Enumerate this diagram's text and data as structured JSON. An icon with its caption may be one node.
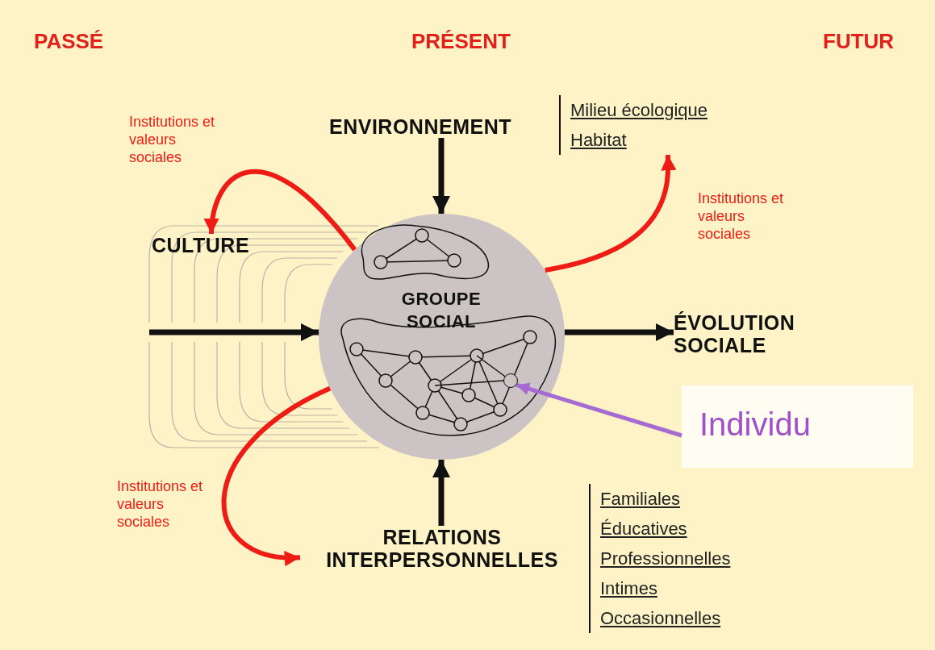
{
  "diagram": {
    "nodes": [
      {
        "text": [
          "ENVIRONNEMENT"
        ]
      },
      {
        "text": [
          "Milieu écologique",
          "Habitat"
        ]
      },
      {
        "text": [
          "CULTURE"
        ]
      },
      {
        "text": [
          "GROUPE SOCIAL"
        ]
      },
      {
        "text": [],
        "shape": "circle",
        "in": 3
      },
      {
        "text": [
          "ÉVOLUTION SOCIALE"
        ]
      },
      {
        "text": [
          "Individu"
        ]
      },
      {
        "text": [
          "RELATIONS INTERPERSONNELLES"
        ]
      },
      {
        "text": [
          "Familiales",
          "Éducatives",
          "Professionnelles",
          "Intimes",
          "Occasionnelles"
        ]
      }
    ],
    "edges": [
      {
        "from": 0,
        "to": 3,
        "arrow": "to"
      },
      {
        "from": 3,
        "to": 2,
        "arrow": "to",
        "label": "Institutions et valeurs sociales",
        "color": "#ee1c14"
      },
      {
        "from": 3,
        "to": 1,
        "arrow": "to",
        "label": "Institutions et valeurs sociales",
        "color": "#ee1c14"
      },
      {
        "from": null,
        "to": 3,
        "arrow": "to"
      },
      {
        "from": 3,
        "to": 5,
        "arrow": "to"
      },
      {
        "from": 7,
        "to": 3,
        "arrow": "to"
      },
      {
        "from": 3,
        "to": 7,
        "arrow": "to",
        "label": "Institutions et valeurs sociales",
        "color": "#ee1c14"
      },
      {
        "from": 6,
        "to": 4,
        "arrow": "to",
        "color": "#a66bd3"
      }
    ],
    "labels": [
      "PASSÉ",
      "PRÉSENT",
      "FUTUR"
    ]
  }
}
